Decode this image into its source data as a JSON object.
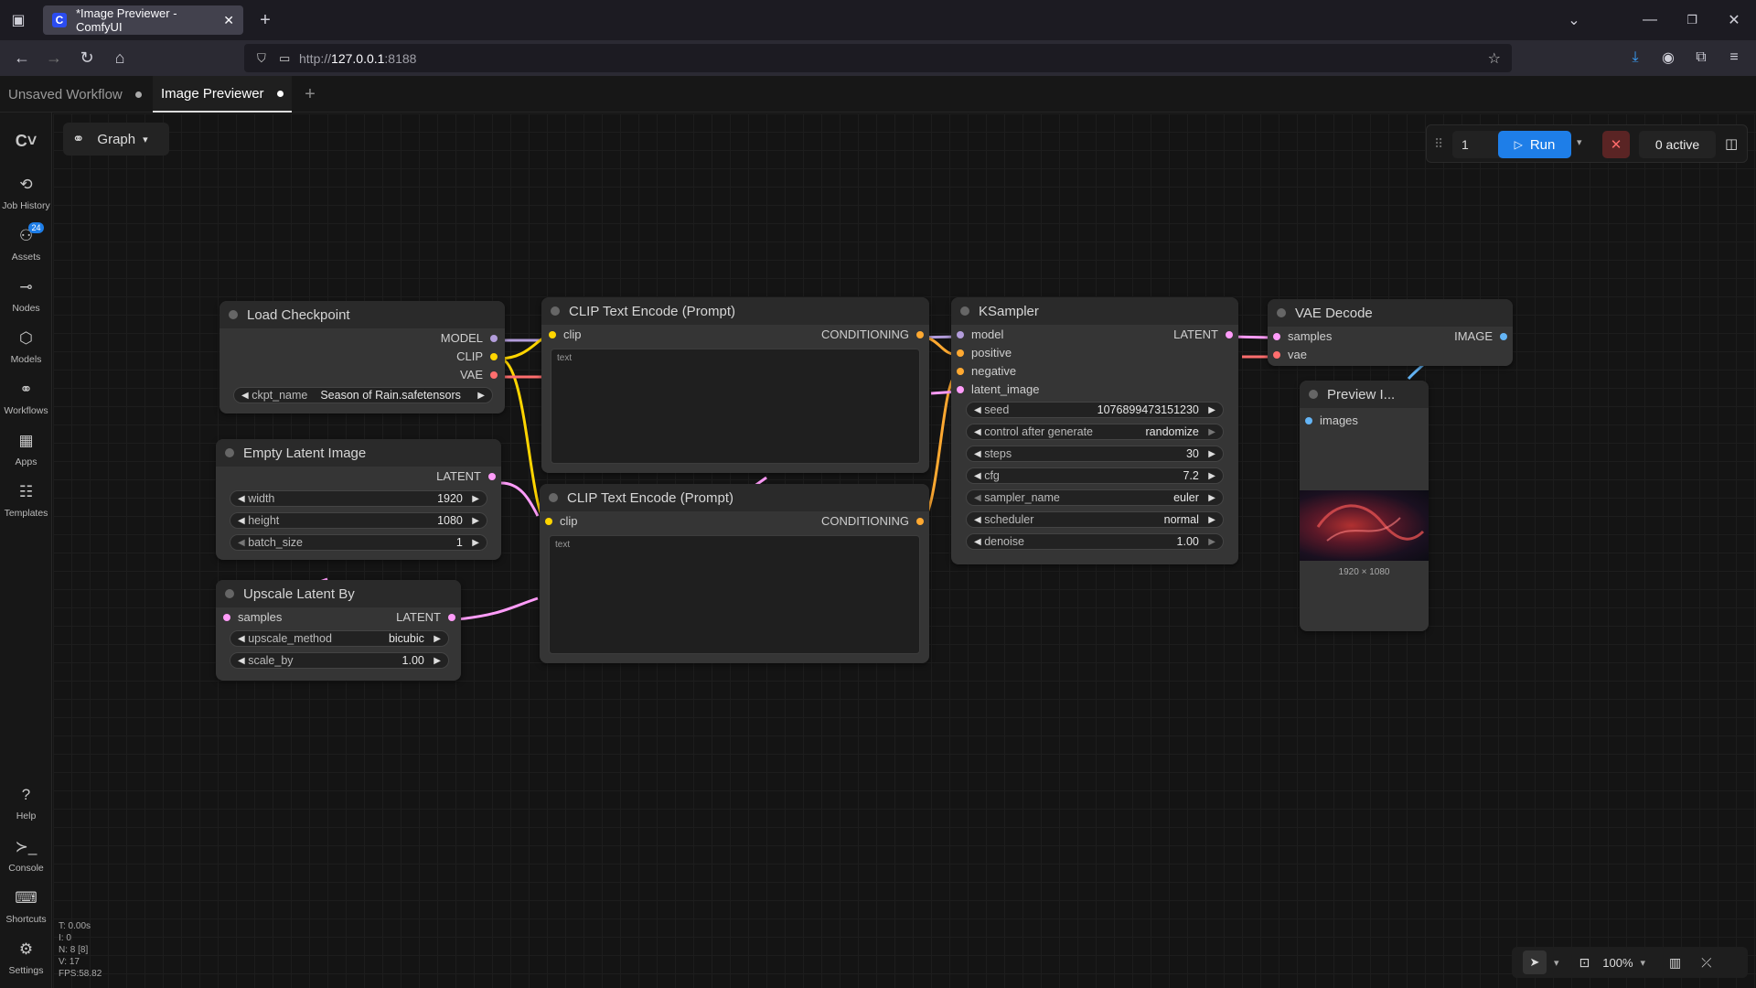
{
  "browser": {
    "tab_title": "*Image Previewer - ComfyUI",
    "url_prefix": "http://",
    "url_host": "127.0.0.1",
    "url_port": ":8188"
  },
  "workflow_tabs": [
    {
      "label": "Unsaved Workflow"
    },
    {
      "label": "Image Previewer"
    }
  ],
  "sidebar": {
    "items": [
      {
        "label": "Job History",
        "icon": "history-icon"
      },
      {
        "label": "Assets",
        "icon": "assets-icon",
        "badge": "24"
      },
      {
        "label": "Nodes",
        "icon": "nodes-icon"
      },
      {
        "label": "Models",
        "icon": "models-icon"
      },
      {
        "label": "Workflows",
        "icon": "workflows-icon"
      },
      {
        "label": "Apps",
        "icon": "apps-icon"
      },
      {
        "label": "Templates",
        "icon": "templates-icon"
      }
    ],
    "bottom": [
      {
        "label": "Help",
        "icon": "help-icon"
      },
      {
        "label": "Console",
        "icon": "console-icon"
      },
      {
        "label": "Shortcuts",
        "icon": "keyboard-icon"
      },
      {
        "label": "Settings",
        "icon": "gear-icon"
      }
    ]
  },
  "toolbar": {
    "graph_label": "Graph",
    "batch_count": "1",
    "run_label": "Run",
    "active_label": "0 active"
  },
  "nodes": {
    "load_checkpoint": {
      "title": "Load Checkpoint",
      "out_model": "MODEL",
      "out_clip": "CLIP",
      "out_vae": "VAE",
      "w_ckpt_label": "ckpt_name",
      "w_ckpt_value": "Season of Rain.safetensors"
    },
    "empty_latent": {
      "title": "Empty Latent Image",
      "out_latent": "LATENT",
      "w_width_label": "width",
      "w_width_value": "1920",
      "w_height_label": "height",
      "w_height_value": "1080",
      "w_batch_label": "batch_size",
      "w_batch_value": "1"
    },
    "upscale": {
      "title": "Upscale Latent By",
      "in_samples": "samples",
      "out_latent": "LATENT",
      "w_method_label": "upscale_method",
      "w_method_value": "bicubic",
      "w_scale_label": "scale_by",
      "w_scale_value": "1.00"
    },
    "clip1": {
      "title": "CLIP Text Encode (Prompt)",
      "in_clip": "clip",
      "out_cond": "CONDITIONING",
      "placeholder": "text"
    },
    "clip2": {
      "title": "CLIP Text Encode (Prompt)",
      "in_clip": "clip",
      "out_cond": "CONDITIONING",
      "placeholder": "text"
    },
    "ksampler": {
      "title": "KSampler",
      "in_model": "model",
      "in_positive": "positive",
      "in_negative": "negative",
      "in_latent": "latent_image",
      "out_latent": "LATENT",
      "w_seed_label": "seed",
      "w_seed_value": "1076899473151230",
      "w_control_label": "control after generate",
      "w_control_value": "randomize",
      "w_steps_label": "steps",
      "w_steps_value": "30",
      "w_cfg_label": "cfg",
      "w_cfg_value": "7.2",
      "w_sampler_label": "sampler_name",
      "w_sampler_value": "euler",
      "w_scheduler_label": "scheduler",
      "w_scheduler_value": "normal",
      "w_denoise_label": "denoise",
      "w_denoise_value": "1.00"
    },
    "vae_decode": {
      "title": "VAE Decode",
      "in_samples": "samples",
      "in_vae": "vae",
      "out_image": "IMAGE"
    },
    "preview": {
      "title": "Preview I...",
      "in_images": "images",
      "image_size": "1920 × 1080"
    }
  },
  "stats": {
    "t": "T: 0.00s",
    "i": "I: 0",
    "n": "N: 8 [8]",
    "v": "V: 17",
    "fps": "FPS:58.82"
  },
  "bottom_bar": {
    "zoom": "100%"
  },
  "colors": {
    "model": "#b39ddb",
    "clip": "#ffd500",
    "vae": "#ff6e6e",
    "latent": "#ff9cf9",
    "conditioning": "#ffa931",
    "image": "#64b5f6",
    "run": "#1e7ee8"
  }
}
